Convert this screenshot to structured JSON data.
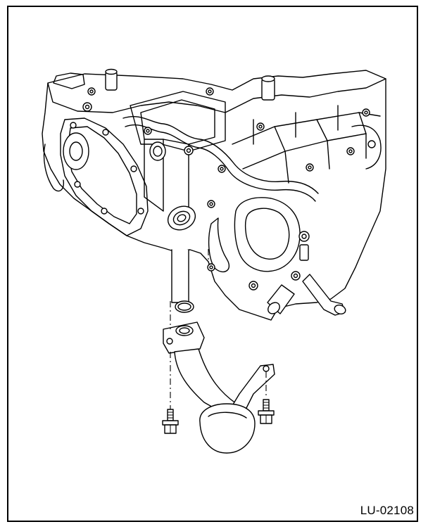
{
  "figure": {
    "code": "LU-02108"
  },
  "icons": {
    "engine_block": "cylinder-block-lower-view",
    "o_ring": "o-ring",
    "oil_strainer": "oil-strainer",
    "bolt": "flange-bolt"
  },
  "colors": {
    "line": "#000000",
    "background": "#ffffff"
  }
}
